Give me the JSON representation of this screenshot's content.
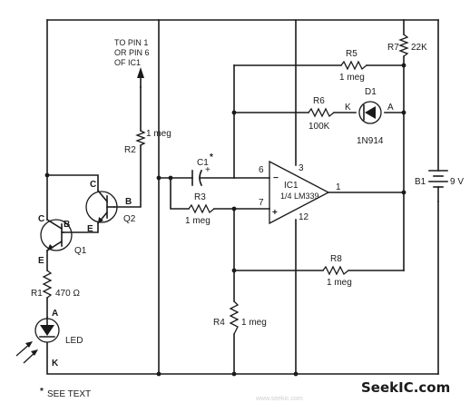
{
  "note_pins": [
    "TO PIN 1",
    "OR PIN 6",
    "OF IC1"
  ],
  "components": {
    "r1": {
      "ref": "R1",
      "value": "470 Ω"
    },
    "r2": {
      "ref": "R2",
      "value": "1 meg"
    },
    "r3": {
      "ref": "R3",
      "value": "1 meg"
    },
    "r4": {
      "ref": "R4",
      "value": "1 meg"
    },
    "r5": {
      "ref": "R5",
      "value": "1 meg"
    },
    "r6": {
      "ref": "R6",
      "value": "100K"
    },
    "r7": {
      "ref": "R7",
      "value": "22K"
    },
    "r8": {
      "ref": "R8",
      "value": "1 meg"
    },
    "c1": {
      "ref": "C1",
      "star": "*",
      "plus": "+"
    },
    "d1": {
      "ref": "D1",
      "value": "1N914",
      "k": "K",
      "a": "A"
    },
    "b1": {
      "ref": "B1",
      "value": "9 V"
    },
    "ic1": {
      "ref": "IC1",
      "value": "1/4 LM339",
      "minus": "−",
      "plus": "+",
      "pin6": "6",
      "pin7": "7",
      "pin3": "3",
      "pin12": "12",
      "pin1": "1"
    },
    "q1": {
      "ref": "Q1",
      "c": "C",
      "b": "B",
      "e": "E"
    },
    "q2": {
      "ref": "Q2",
      "c": "C",
      "b": "B",
      "e": "E"
    },
    "led": {
      "ref": "LED",
      "a": "A",
      "k": "K"
    }
  },
  "footnote": {
    "star": "*",
    "text": "SEE TEXT"
  },
  "watermark": {
    "brand": "SeekIC.com",
    "faint": "www.seekic.com"
  }
}
